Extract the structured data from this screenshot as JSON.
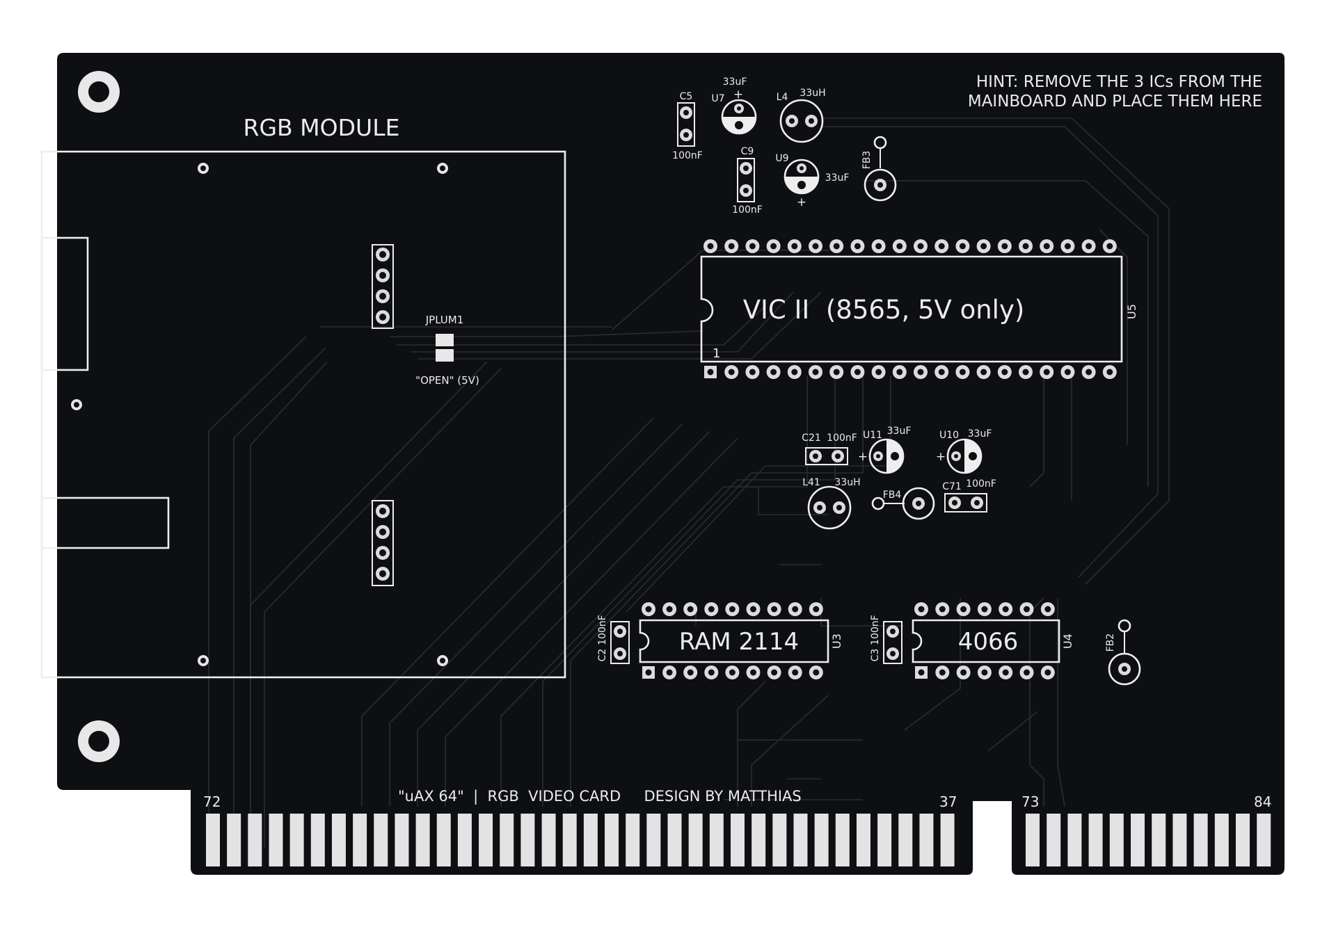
{
  "board": {
    "title": "RGB MODULE",
    "hint_line1": "HINT: REMOVE THE 3 ICs FROM THE",
    "hint_line2": "MAINBOARD AND PLACE THEM HERE",
    "footer_credit": "\"uAX 64\"  |  RGB  VIDEO CARD     DESIGN BY MATTHIAS",
    "jumper_label": "JPLUM1",
    "jumper_note": "\"OPEN\" (5V)",
    "pin1_marker": "1"
  },
  "ics": {
    "u5": {
      "designator": "U5",
      "label": "VIC II  (8565, 5V only)"
    },
    "u3": {
      "designator": "U3",
      "label": "RAM 2114"
    },
    "u4": {
      "designator": "U4",
      "label": "4066"
    }
  },
  "components": {
    "c5": {
      "ref": "C5",
      "value": "100nF"
    },
    "u7": {
      "ref": "U7",
      "value": "33uF",
      "polarity": "+"
    },
    "l4": {
      "ref": "L4",
      "value": "33uH"
    },
    "c9": {
      "ref": "C9",
      "value": "100nF"
    },
    "u9": {
      "ref": "U9",
      "value": "33uF",
      "polarity": "+"
    },
    "fb3": {
      "ref": "FB3"
    },
    "c21": {
      "ref": "C21",
      "value": "100nF"
    },
    "u11": {
      "ref": "U11",
      "value": "33uF",
      "polarity": "+"
    },
    "u10": {
      "ref": "U10",
      "value": "33uF",
      "polarity": "+"
    },
    "l41": {
      "ref": "L41",
      "value": "33uH"
    },
    "fb4": {
      "ref": "FB4"
    },
    "c71": {
      "ref": "C71",
      "value": "100nF"
    },
    "c2": {
      "ref": "C2",
      "value": "100nF"
    },
    "c3": {
      "ref": "C3",
      "value": "100nF"
    },
    "fb2": {
      "ref": "FB2"
    }
  },
  "edge_connector": {
    "left_start": "72",
    "left_end": "37",
    "right_start": "73",
    "right_end": "84"
  },
  "colors": {
    "board": "#0e0f12",
    "silkscreen": "#eeeeee",
    "pad": "#dcdcdc",
    "trace": "#2a2d33"
  }
}
